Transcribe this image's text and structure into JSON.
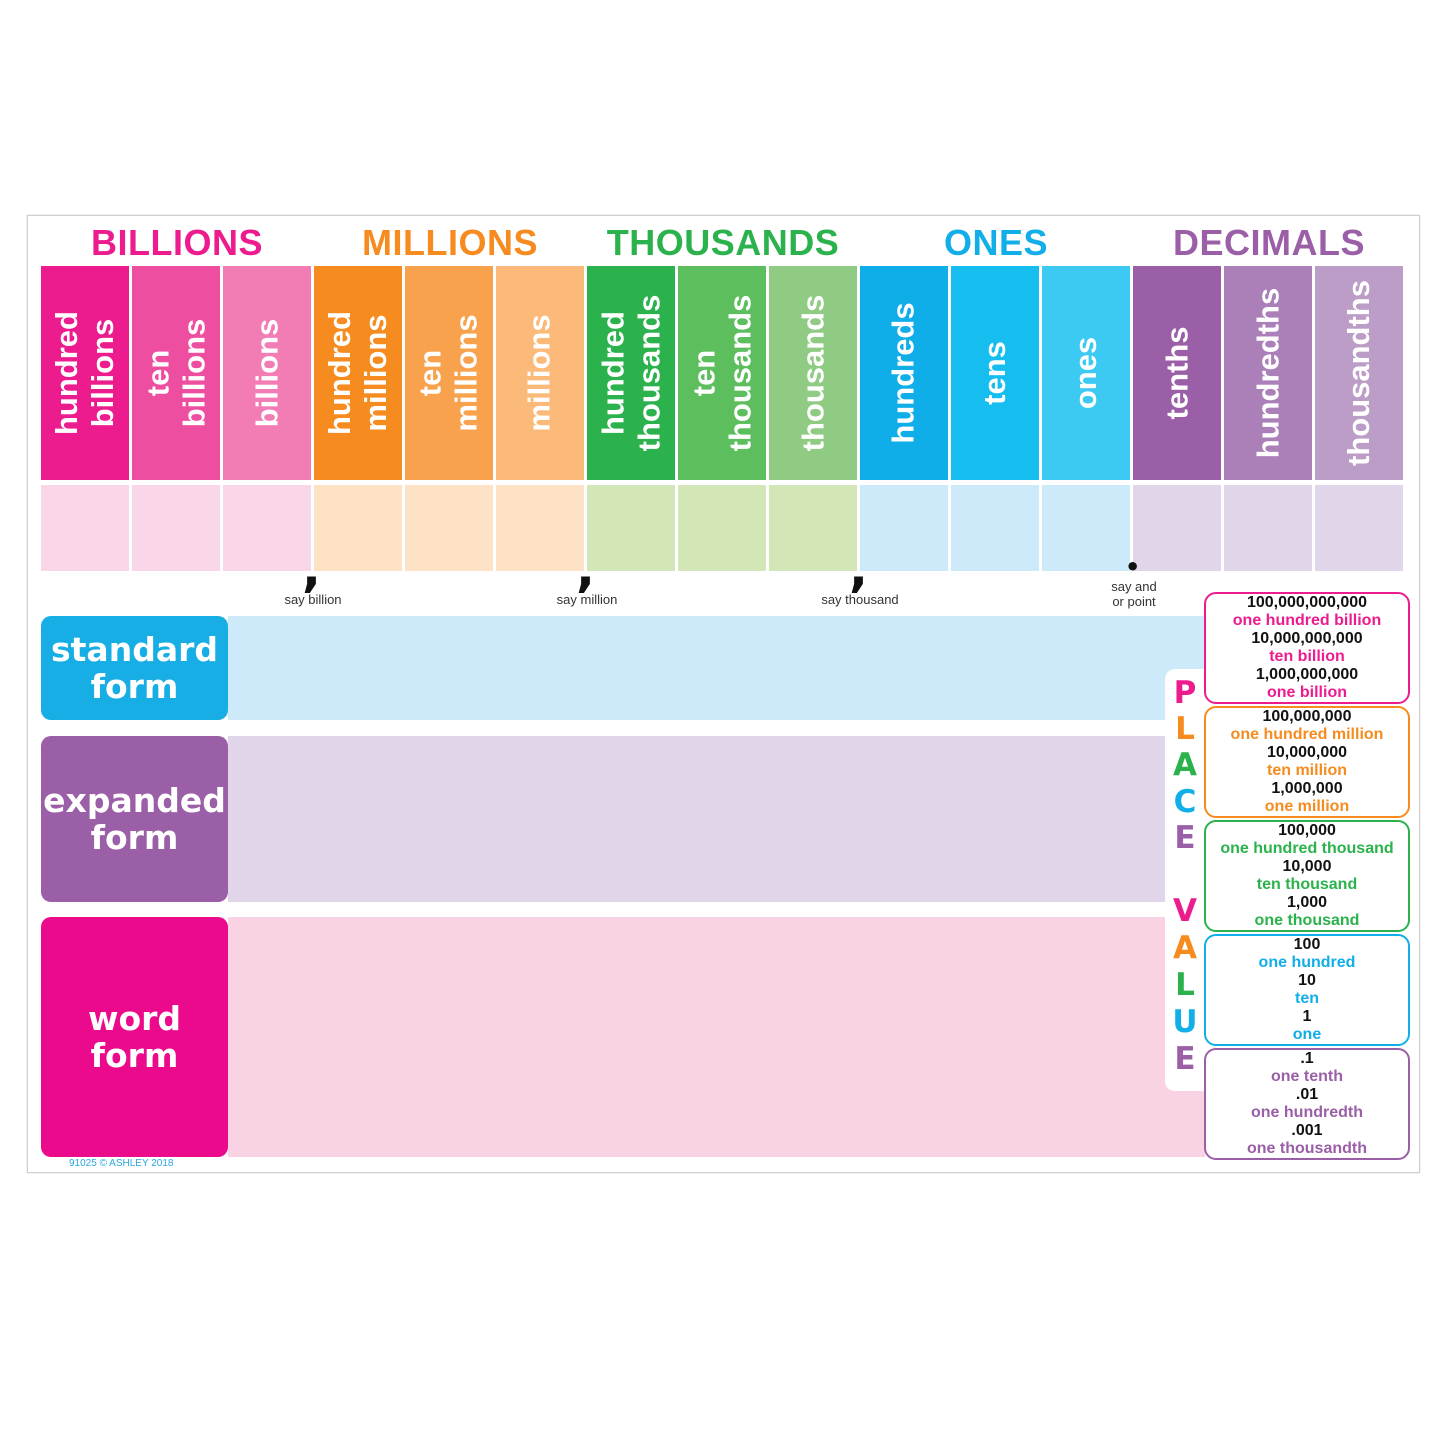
{
  "groups": [
    {
      "label": "BILLIONS",
      "color": "#ec1c8f"
    },
    {
      "label": "MILLIONS",
      "color": "#f68b1f"
    },
    {
      "label": "THOUSANDS",
      "color": "#2bb24c"
    },
    {
      "label": "ONES",
      "color": "#11aee8"
    },
    {
      "label": "DECIMALS",
      "color": "#9b5fa8"
    }
  ],
  "columns": [
    {
      "label": "hundred\nbillions",
      "color": "#ec1c8f",
      "cell": "#f9d6e8"
    },
    {
      "label": "ten\nbillions",
      "color": "#ee4e9f",
      "cell": "#f9d6e8"
    },
    {
      "label": "billions",
      "color": "#f27db5",
      "cell": "#f9d6e8"
    },
    {
      "label": "hundred\nmillions",
      "color": "#f68b1f",
      "cell": "#fde2c6"
    },
    {
      "label": "ten\nmillions",
      "color": "#f9a24d",
      "cell": "#fde2c6"
    },
    {
      "label": "millions",
      "color": "#fbba79",
      "cell": "#fde2c6"
    },
    {
      "label": "hundred\nthousands",
      "color": "#2bb24c",
      "cell": "#d3e6b7"
    },
    {
      "label": "ten\nthousands",
      "color": "#5dbe5e",
      "cell": "#d3e6b7"
    },
    {
      "label": "thousands",
      "color": "#8fcb82",
      "cell": "#d3e6b7"
    },
    {
      "label": "hundreds",
      "color": "#0faee8",
      "cell": "#cdeafa"
    },
    {
      "label": "tens",
      "color": "#16bef0",
      "cell": "#cdeafa"
    },
    {
      "label": "ones",
      "color": "#3ccaf3",
      "cell": "#cdeafa"
    },
    {
      "label": "tenths",
      "color": "#9b5fa8",
      "cell": "#e1d5e9"
    },
    {
      "label": "hundredths",
      "color": "#ab80b8",
      "cell": "#e1d5e9"
    },
    {
      "label": "thousandths",
      "color": "#bb9dc7",
      "cell": "#e1d5e9"
    }
  ],
  "separators": [
    {
      "mark": ",",
      "label": "say billion"
    },
    {
      "mark": ",",
      "label": "say million"
    },
    {
      "mark": ",",
      "label": "say thousand"
    },
    {
      "mark": "•",
      "label": "say and\nor point"
    }
  ],
  "forms": [
    {
      "label": "standard\nform",
      "color": "#17aee6",
      "area": "#cdeafa"
    },
    {
      "label": "expanded\nform",
      "color": "#9b5fa8",
      "area": "#e1d5e9"
    },
    {
      "label": "word\nform",
      "color": "#ec0a8c",
      "area": "#f9d3e4"
    }
  ],
  "place_value_title": {
    "letters": [
      "P",
      "L",
      "A",
      "C",
      "E",
      "V",
      "A",
      "L",
      "U",
      "E"
    ],
    "colors": [
      "#ec1c8f",
      "#f68b1f",
      "#2bb24c",
      "#11aee8",
      "#9b5fa8",
      "#ec1c8f",
      "#f68b1f",
      "#2bb24c",
      "#11aee8",
      "#9b5fa8"
    ]
  },
  "place_value_boxes": [
    {
      "color": "#ec1c8f",
      "lines": [
        "100,000,000,000",
        "one hundred billion",
        "10,000,000,000",
        "ten billion",
        "1,000,000,000",
        "one billion"
      ]
    },
    {
      "color": "#f68b1f",
      "lines": [
        "100,000,000",
        "one hundred million",
        "10,000,000",
        "ten million",
        "1,000,000",
        "one million"
      ]
    },
    {
      "color": "#2bb24c",
      "lines": [
        "100,000",
        "one hundred thousand",
        "10,000",
        "ten thousand",
        "1,000",
        "one thousand"
      ]
    },
    {
      "color": "#11aee8",
      "lines": [
        "100",
        "one hundred",
        "10",
        "ten",
        "1",
        "one"
      ]
    },
    {
      "color": "#9b5fa8",
      "lines": [
        ".1",
        "one tenth",
        ".01",
        "one hundredth",
        ".001",
        "one thousandth"
      ]
    }
  ],
  "copyright": "91025 © ASHLEY 2018"
}
